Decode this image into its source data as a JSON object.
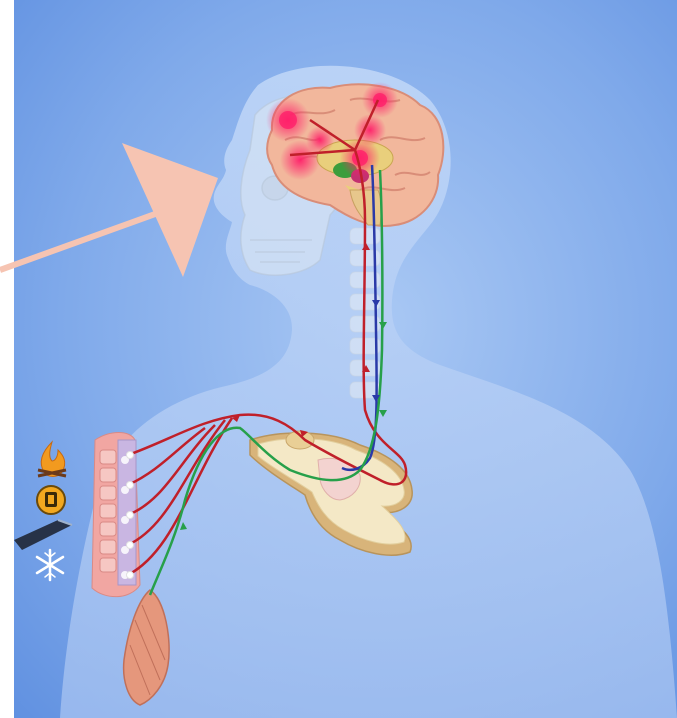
{
  "diagram": {
    "background": "#6f9ee6",
    "arrow_color": "#f6c4b2",
    "pathways": [
      {
        "name": "ascending-pain-pathway",
        "color": "#c0202a"
      },
      {
        "name": "motor-pathway",
        "color": "#27a04a"
      },
      {
        "name": "descending-modulation-pathway",
        "color": "#2a3aa8"
      }
    ],
    "stimuli": [
      {
        "name": "heat-stimulus",
        "icon": "fire-icon"
      },
      {
        "name": "chemical-stimulus",
        "icon": "warning-icon"
      },
      {
        "name": "mechanical-stimulus",
        "icon": "blade-icon"
      },
      {
        "name": "cold-stimulus",
        "icon": "snowflake-icon"
      }
    ]
  }
}
